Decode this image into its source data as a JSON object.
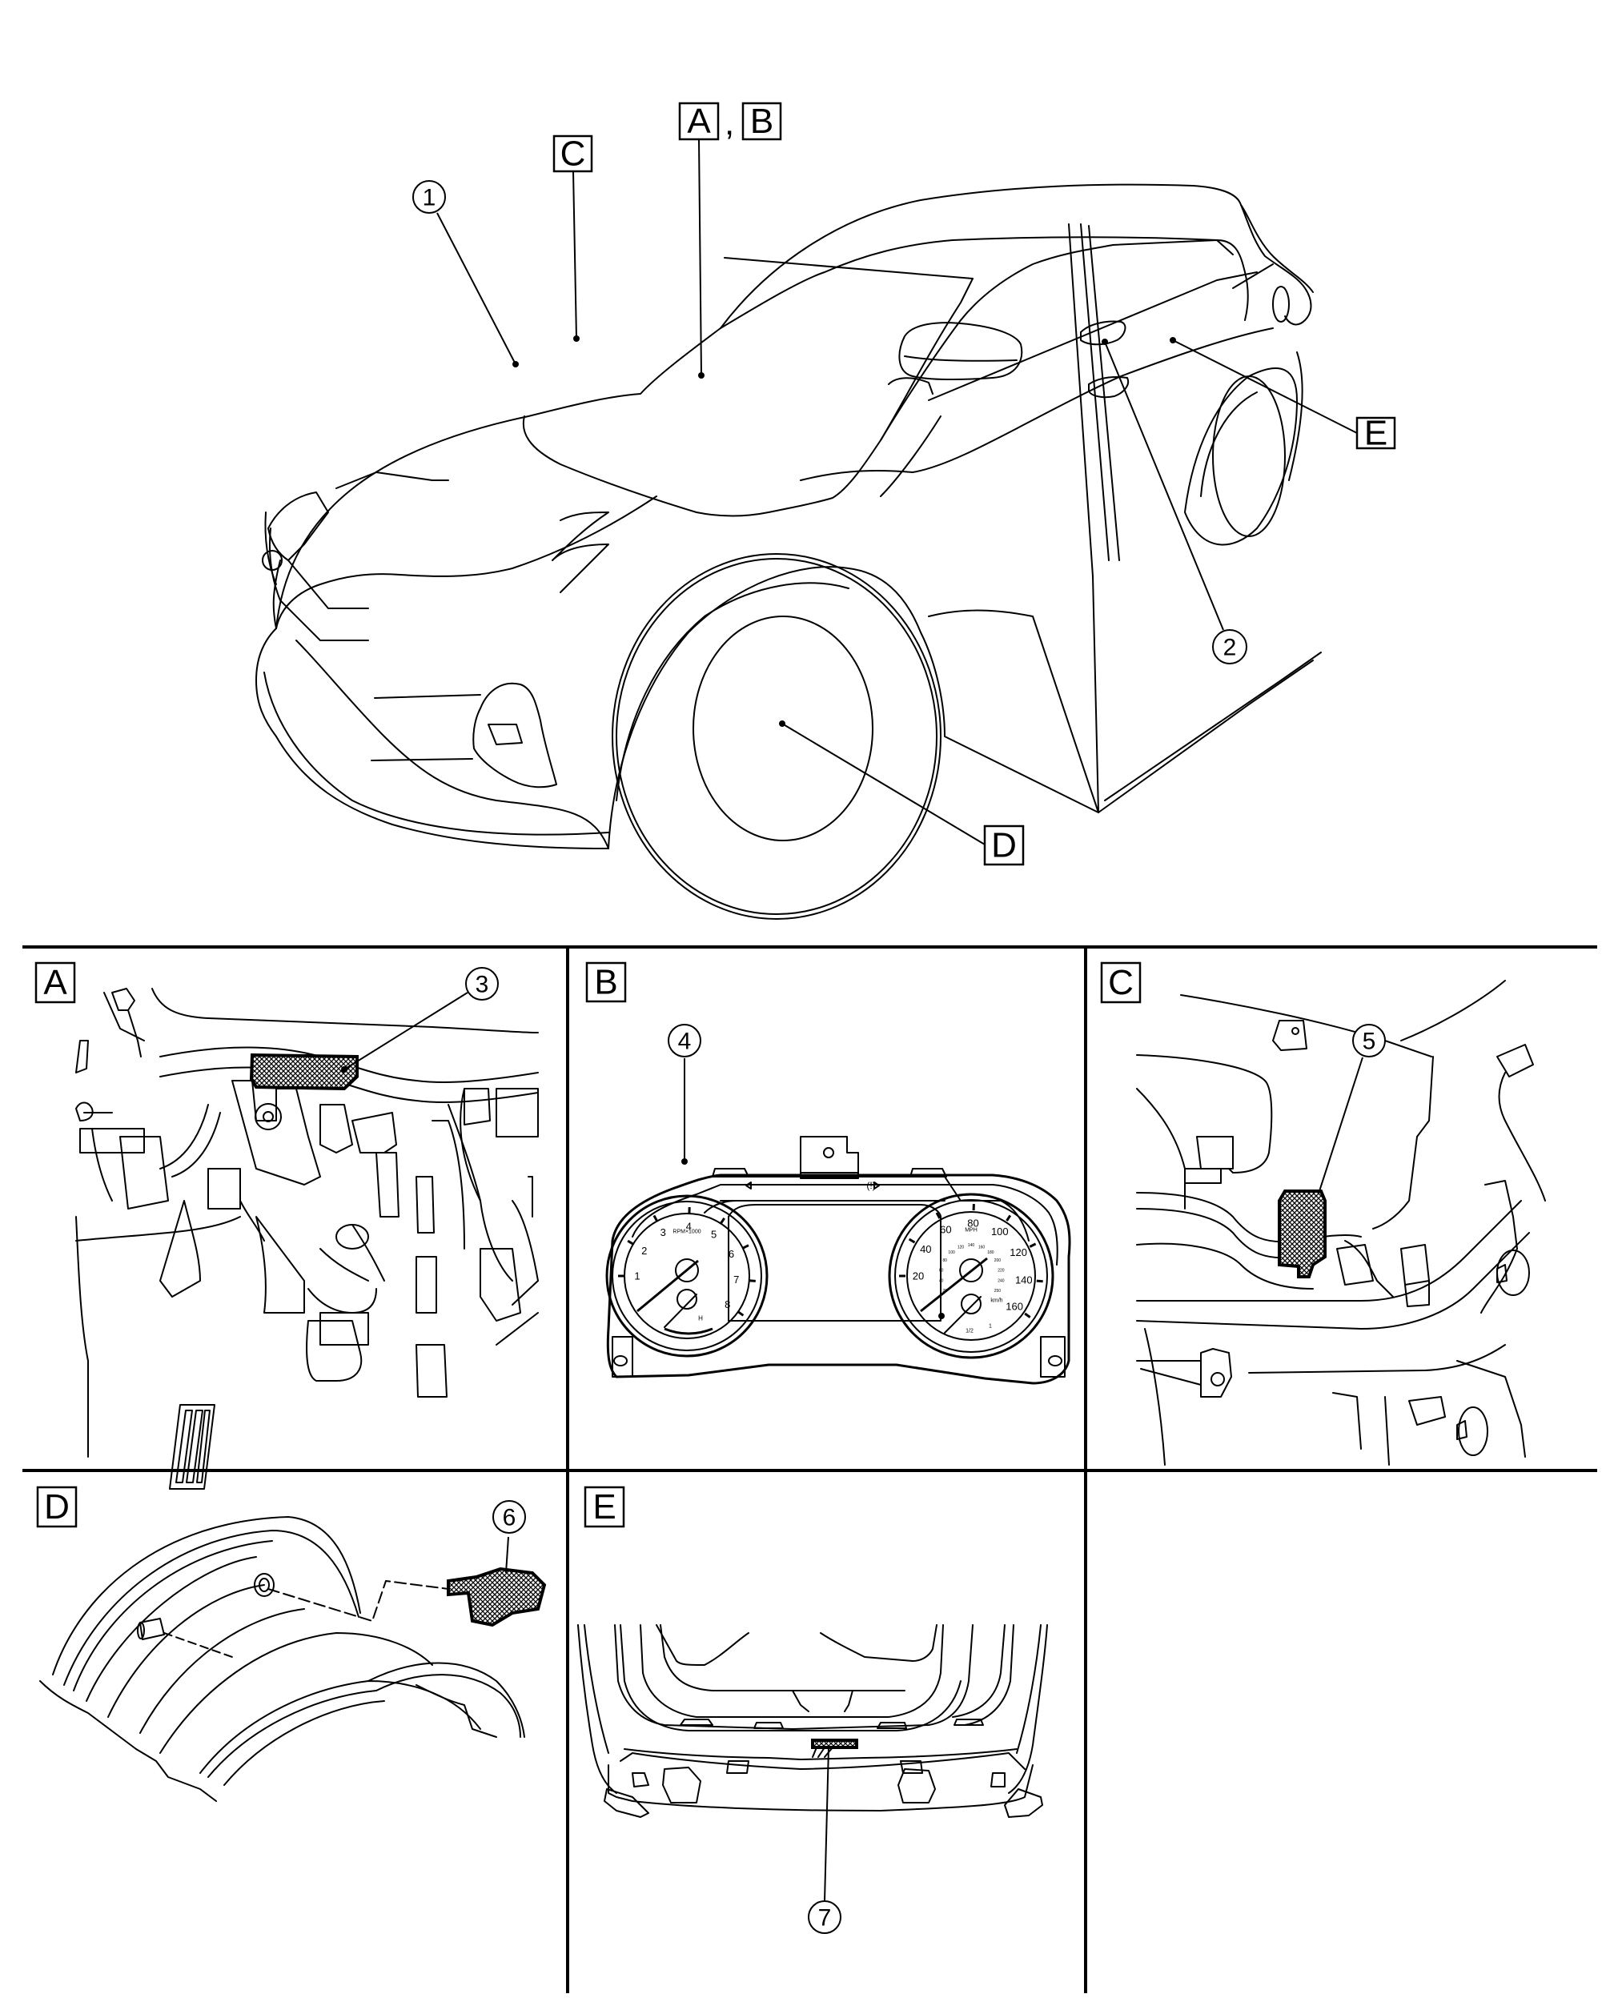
{
  "figure": {
    "type": "component-location-diagram",
    "overview": {
      "view_labels": [
        {
          "id": "C",
          "text": "C"
        },
        {
          "id": "A",
          "text": "A"
        },
        {
          "id": "B",
          "text": "B"
        },
        {
          "id": "D",
          "text": "D"
        },
        {
          "id": "E",
          "text": "E"
        }
      ],
      "separator": ",",
      "callouts": [
        {
          "id": "1",
          "text": "1"
        },
        {
          "id": "2",
          "text": "2"
        }
      ]
    },
    "panels": [
      {
        "id": "A",
        "label": "A",
        "callout": "3"
      },
      {
        "id": "B",
        "label": "B",
        "callout": "4"
      },
      {
        "id": "C",
        "label": "C",
        "callout": "5"
      },
      {
        "id": "D",
        "label": "D",
        "callout": "6"
      },
      {
        "id": "E",
        "label": "E",
        "callout": "7"
      }
    ],
    "cluster": {
      "tach_numbers": [
        "1",
        "2",
        "3",
        "4",
        "5",
        "6",
        "7",
        "8"
      ],
      "tach_unit": "RPM×1000",
      "temp_mark": "H",
      "speedo_mph": [
        "20",
        "40",
        "60",
        "80",
        "100",
        "120",
        "140",
        "160"
      ],
      "speedo_unit_mph": "MPH",
      "speedo_unit_kmh": "km/h",
      "kmh_inner": [
        "20",
        "40",
        "60",
        "80",
        "100",
        "120",
        "140",
        "160",
        "180",
        "200",
        "220",
        "240",
        "250"
      ],
      "fuel_half": "1/2",
      "fuel_full": "1"
    }
  }
}
